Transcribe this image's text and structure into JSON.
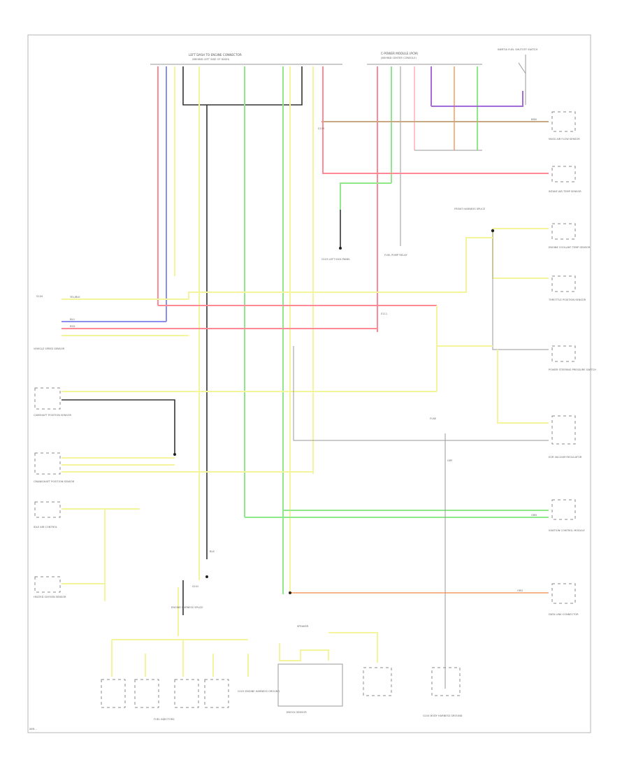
{
  "diagram": {
    "title": "",
    "footer_code": "WIR…",
    "colors": {
      "yellow": "#f4f49a",
      "red": "#ff8a96",
      "green": "#8fe88a",
      "blue": "#8a8ef0",
      "purple": "#a46ad6",
      "orange": "#f8b48a",
      "brown": "#c8a880",
      "black": "#333333",
      "gray": "#9a9a9a"
    },
    "labels": {
      "top_connector": "LEFT DASH TO ENGINE CONNECTOR",
      "top_connector_sub": "(BEHIND LEFT SIDE OF DASH)",
      "pcm_connector": "C-POWER MODULE (PCM)",
      "pcm_connector_sub": "(BEHIND CENTER CONSOLE)",
      "right_top": "INERTIA FUEL SHUTOFF SWITCH",
      "g105": "G105 ENGINE HARNESS GROUND",
      "g104": "G104 BODY HARNESS GROUND",
      "g103": "G103 LEFT KICK PANEL",
      "fuel_injectors": "FUEL INJECTORS",
      "speaker": "SPEAKER",
      "knock_sensor": "KNOCK SENSOR",
      "heated_o2": "HEATED OXYGEN SENSOR",
      "idle_air": "IDLE AIR CONTROL",
      "fuel_pump_relay": "FUEL PUMP RELAY",
      "throttle_position": "THROTTLE POSITION SENSOR",
      "camshaft": "CAMSHAFT POSITION SENSOR",
      "crankshaft": "CRANKSHAFT POSITION SENSOR",
      "vehicle_speed": "VEHICLE SPEED SENSOR",
      "data_link": "DATA LINK CONNECTOR",
      "egr": "EGR VACUUM REGULATOR",
      "ignition": "IGNITION CONTROL MODULE",
      "mass_air": "MASS AIR FLOW SENSOR",
      "intake_air": "INTAKE AIR TEMP SENSOR",
      "coolant_temp": "ENGINE COOLANT TEMP SENSOR",
      "power_steering": "POWER STEERING PRESSURE SWITCH",
      "front_harness": "FRONT HARNESS SPLICE",
      "engine_harness": "ENGINE HARNESS SPLICE",
      "s104": "S104",
      "s105": "S105",
      "s111": "S111",
      "s201": "S201",
      "fuse": "FUSE",
      "wire_yel_blk": "YEL/BLK",
      "wire_red": "RED",
      "wire_grn": "GRN",
      "wire_blu": "BLU",
      "wire_org": "ORG",
      "wire_brn": "BRN",
      "wire_blk": "BLK",
      "wire_gry": "GRY"
    }
  }
}
